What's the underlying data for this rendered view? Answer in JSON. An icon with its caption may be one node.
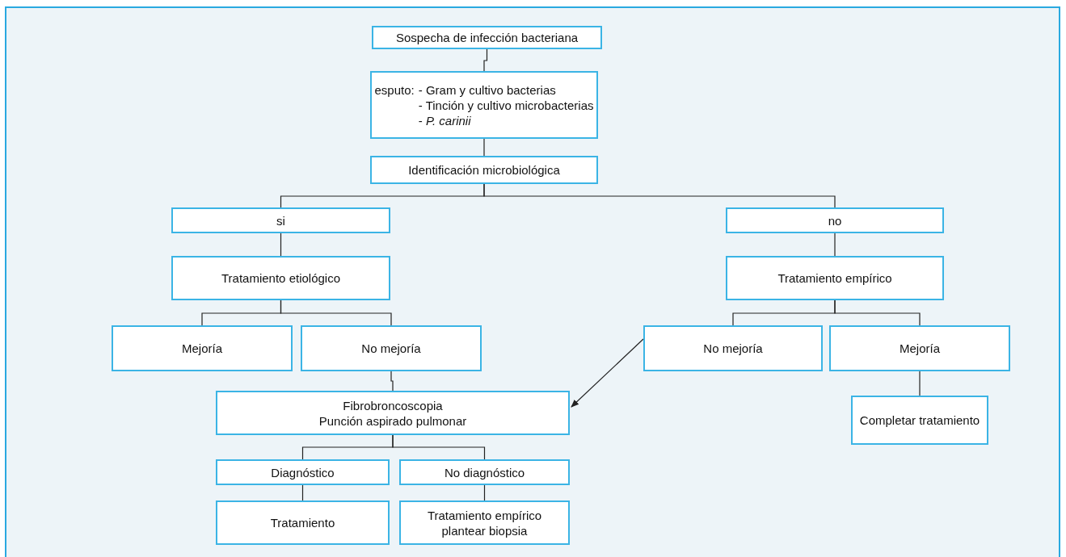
{
  "diagram": {
    "nodes": [
      {
        "text": [
          "Sospecha de infección bacteriana"
        ]
      },
      {
        "text": [
          "esputo:",
          "- Gram y cultivo bacterias",
          "- Tinción y cultivo microbacterias",
          "- *P. carinii*"
        ]
      },
      {
        "text": [
          "Identificación microbiológica"
        ]
      },
      {
        "text": [
          "si"
        ]
      },
      {
        "text": [
          "no"
        ]
      },
      {
        "text": [
          "Tratamiento etiológico"
        ]
      },
      {
        "text": [
          "Tratamiento empírico"
        ]
      },
      {
        "text": [
          "Mejoría"
        ]
      },
      {
        "text": [
          "No mejoría"
        ]
      },
      {
        "text": [
          "No mejoría"
        ]
      },
      {
        "text": [
          "Mejoría"
        ]
      },
      {
        "text": [
          "Fibrobroncoscopia",
          "Punción aspirado pulmonar"
        ]
      },
      {
        "text": [
          "Completar tratamiento"
        ]
      },
      {
        "text": [
          "Diagnóstico"
        ]
      },
      {
        "text": [
          "No diagnóstico"
        ]
      },
      {
        "text": [
          "Tratamiento"
        ]
      },
      {
        "text": [
          "Tratamiento empírico",
          "plantear biopsia"
        ]
      }
    ],
    "edges": [
      {
        "from": 0,
        "to": 1,
        "arrow": "none"
      },
      {
        "from": 1,
        "to": 2,
        "arrow": "none"
      },
      {
        "from": 2,
        "to": 3,
        "arrow": "none"
      },
      {
        "from": 2,
        "to": 4,
        "arrow": "none"
      },
      {
        "from": 3,
        "to": 5,
        "arrow": "none"
      },
      {
        "from": 4,
        "to": 6,
        "arrow": "none"
      },
      {
        "from": 5,
        "to": 7,
        "arrow": "none"
      },
      {
        "from": 5,
        "to": 8,
        "arrow": "none"
      },
      {
        "from": 6,
        "to": 9,
        "arrow": "none"
      },
      {
        "from": 6,
        "to": 10,
        "arrow": "none"
      },
      {
        "from": 8,
        "to": 11,
        "arrow": "none"
      },
      {
        "from": 9,
        "to": 11,
        "arrow": "to"
      },
      {
        "from": 10,
        "to": 12,
        "arrow": "none"
      },
      {
        "from": 11,
        "to": 13,
        "arrow": "none"
      },
      {
        "from": 11,
        "to": 14,
        "arrow": "none"
      },
      {
        "from": 13,
        "to": 15,
        "arrow": "none"
      },
      {
        "from": 14,
        "to": 16,
        "arrow": "none"
      }
    ]
  }
}
